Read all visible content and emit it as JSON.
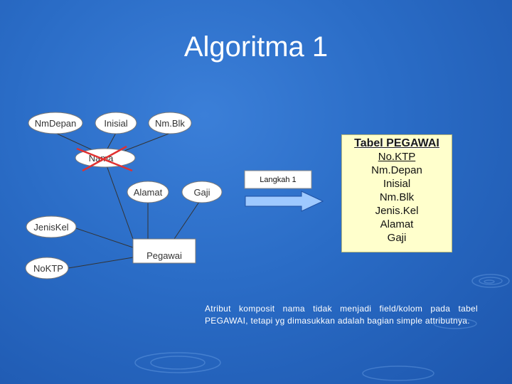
{
  "slide": {
    "title": "Algoritma 1"
  },
  "diagram": {
    "entity": "Pegawai",
    "attributes": {
      "nmdepan": "NmDepan",
      "inisial": "Inisial",
      "nmblk": "Nm.Blk",
      "nama": "Nama",
      "alamat": "Alamat",
      "gaji": "Gaji",
      "jeniskel": "JenisKel",
      "noktp": "NoKTP"
    },
    "step_label": "Langkah 1"
  },
  "table": {
    "title": "Tabel PEGAWAI",
    "columns": [
      "No.KTP",
      "Nm.Depan",
      "Inisial",
      "Nm.Blk",
      "Jenis.Kel",
      "Alamat",
      "Gaji"
    ]
  },
  "note": {
    "text": "Atribut komposit nama tidak menjadi field/kolom pada tabel PEGAWAI, tetapi yg dimasukkan adalah bagian simple attributnya."
  },
  "colors": {
    "background": "#2a6cc6",
    "cross": "#e03030",
    "arrow_fill": "#9ec9ff",
    "arrow_stroke": "#1f4fa0",
    "table_fill": "#ffffcc"
  }
}
